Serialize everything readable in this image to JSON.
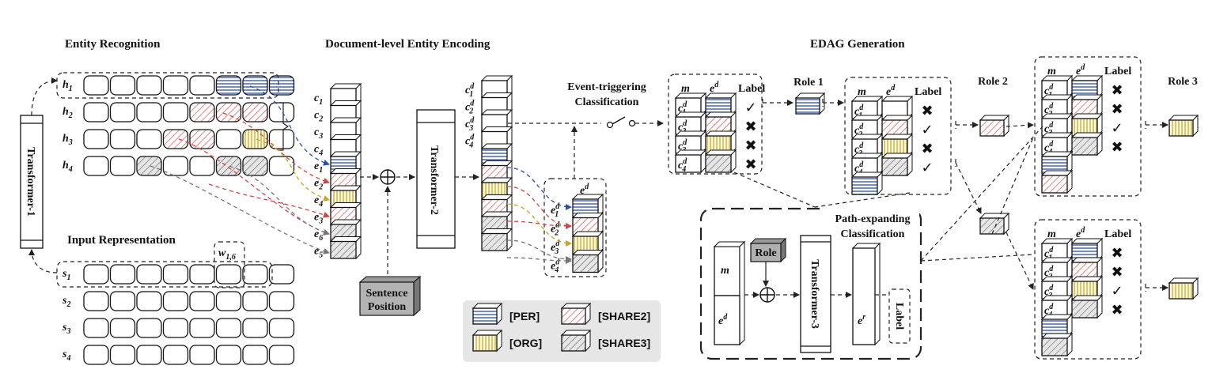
{
  "titles": {
    "entity_recognition": "Entity Recognition",
    "input_representation": "Input Representation",
    "doc_encoding": "Document-level Entity Encoding",
    "edag_generation": "EDAG Generation"
  },
  "blocks": {
    "transformer1": "Transformer-1",
    "transformer2": "Transformer-2",
    "transformer3": "Transformer-3",
    "sentence_position_1": "Sentence",
    "sentence_position_2": "Position",
    "event_trigger_1": "Event-triggering",
    "event_trigger_2": "Classification",
    "path_expand_1": "Path-expanding",
    "path_expand_2": "Classification",
    "role_box": "Role",
    "label_box": "Label",
    "w16": "w",
    "w16_sub": "1,6"
  },
  "h_labels": [
    "h",
    "h",
    "h",
    "h"
  ],
  "s_labels": [
    "s",
    "s",
    "s",
    "s"
  ],
  "c_labels": [
    "c",
    "c",
    "c",
    "c"
  ],
  "e_labels_left": [
    "e",
    "e",
    "e",
    "e",
    "e",
    "e"
  ],
  "e_subs_left": [
    "1",
    "2",
    "4",
    "3",
    "6",
    "5"
  ],
  "cd_labels": [
    "c",
    "c",
    "c",
    "c"
  ],
  "ed_labels": [
    "e",
    "e",
    "e",
    "e"
  ],
  "ed_head": "e",
  "ed_head_sup": "d",
  "table_headers": {
    "m": "m",
    "ed": "e",
    "ed_sup": "d",
    "label": "Label"
  },
  "roles": {
    "role1": "Role 1",
    "role2": "Role 2",
    "role3": "Role 3"
  },
  "table1_marks": [
    "✓",
    "✖",
    "✖",
    "✖"
  ],
  "table2_marks": [
    "✖",
    "✓",
    "✖",
    "✓"
  ],
  "table3_marks": [
    "✖",
    "✖",
    "✓",
    "✖"
  ],
  "table4_marks": [
    "✖",
    "✖",
    "✓",
    "✖"
  ],
  "legend": {
    "per": "[PER]",
    "org": "[ORG]",
    "share2": "[SHARE2]",
    "share3": "[SHARE3]"
  },
  "bottom_m": "m",
  "bottom_ed": "e",
  "bottom_ed_sup": "d",
  "bottom_er": "e",
  "bottom_er_sup": "r",
  "colors": {
    "per": "#2b4fa8",
    "share2": "#d04545",
    "org": "#c9a81e",
    "share3": "#555555"
  }
}
